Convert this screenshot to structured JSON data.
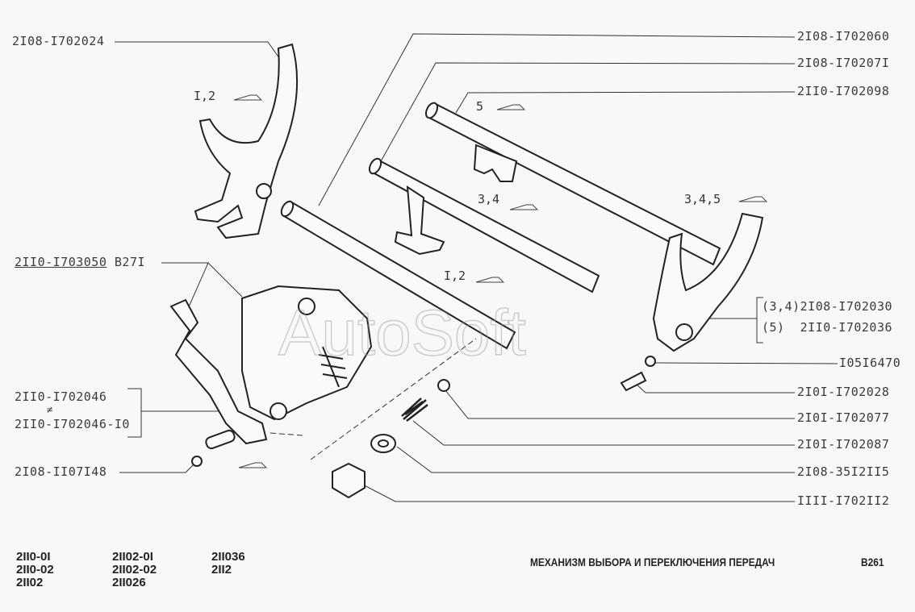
{
  "title": "МЕХАНИЗМ ВЫБОРА И ПЕРЕКЛЮЧЕНИЯ ПЕРЕДАЧ",
  "page_code": "B261",
  "watermark": "AutoSoft",
  "parts_left": {
    "fork_12": "2I08-I702024",
    "mechanism": "2II0-I703050",
    "mechanism_ref": "B27I",
    "lever_a": "2II0-I702046",
    "lever_b": "2II0-I702046-I0",
    "not_equal": "≠",
    "washer": "2I08-II07I48"
  },
  "parts_right": {
    "rod_12": "2I08-I702060",
    "rod_34": "2I08-I70207I",
    "rod_5": "2II0-I702098",
    "fork_34_prefix": "(3,4)",
    "fork_34": "2I08-I702030",
    "fork_5_prefix": "(5)",
    "fork_5": "2II0-I702036",
    "washer": "I05I6470",
    "bolt": "2I0I-I702028",
    "ball": "2I0I-I702077",
    "spring": "2I0I-I702087",
    "gasket": "2I08-35I2II5",
    "plug": "IIII-I702II2"
  },
  "gear_notes": [
    "I,2",
    "5",
    "3,4",
    "3,4,5",
    "I,2"
  ],
  "models": [
    [
      "2II0-0I",
      "2II0-02",
      "2II02"
    ],
    [
      "2II02-0I",
      "2II02-02",
      "2II026"
    ],
    [
      "2II036",
      "2II2"
    ]
  ],
  "colors": {
    "background": "#f8f8f8",
    "ink": "#333333"
  }
}
